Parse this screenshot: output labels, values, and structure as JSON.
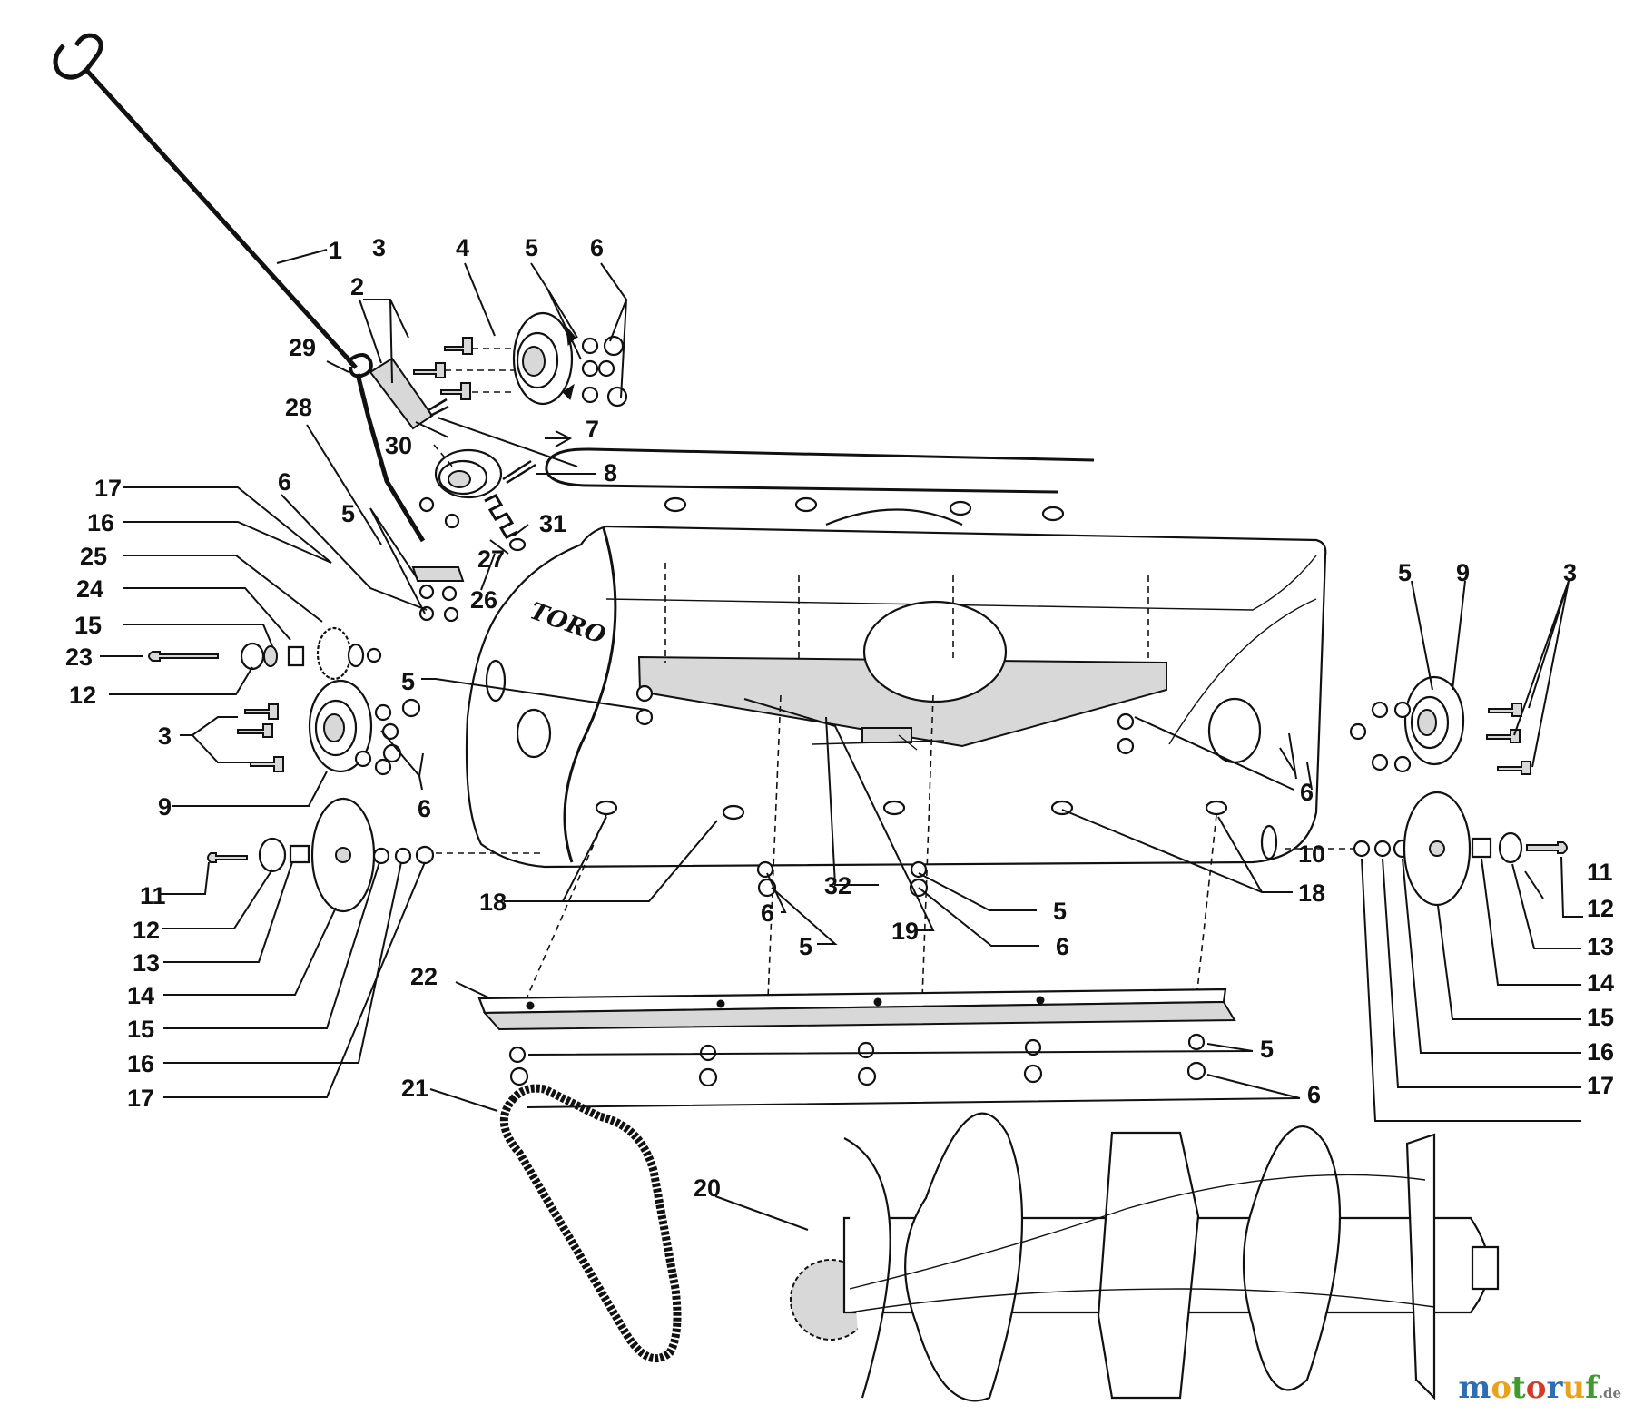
{
  "figure": {
    "brand_on_housing": "TORO",
    "callouts": [
      "1",
      "2",
      "3",
      "3",
      "4",
      "5",
      "6",
      "29",
      "28",
      "30",
      "7",
      "8",
      "27",
      "31",
      "17",
      "16",
      "25",
      "24",
      "15",
      "23",
      "12",
      "6",
      "5",
      "26",
      "5",
      "3",
      "9",
      "6",
      "11",
      "12",
      "13",
      "14",
      "15",
      "16",
      "17",
      "18",
      "6",
      "5",
      "32",
      "19",
      "5",
      "6",
      "18",
      "5",
      "9",
      "3",
      "6",
      "10",
      "11",
      "12",
      "13",
      "14",
      "15",
      "16",
      "17",
      "22",
      "5",
      "6",
      "21",
      "20"
    ]
  },
  "watermark": {
    "text": "motoruf",
    "suffix": ".de",
    "colors": [
      "#2e6db4",
      "#e9a21c",
      "#3f9b2f",
      "#d23b2b",
      "#2e6db4",
      "#e9a21c",
      "#3f9b2f"
    ]
  }
}
